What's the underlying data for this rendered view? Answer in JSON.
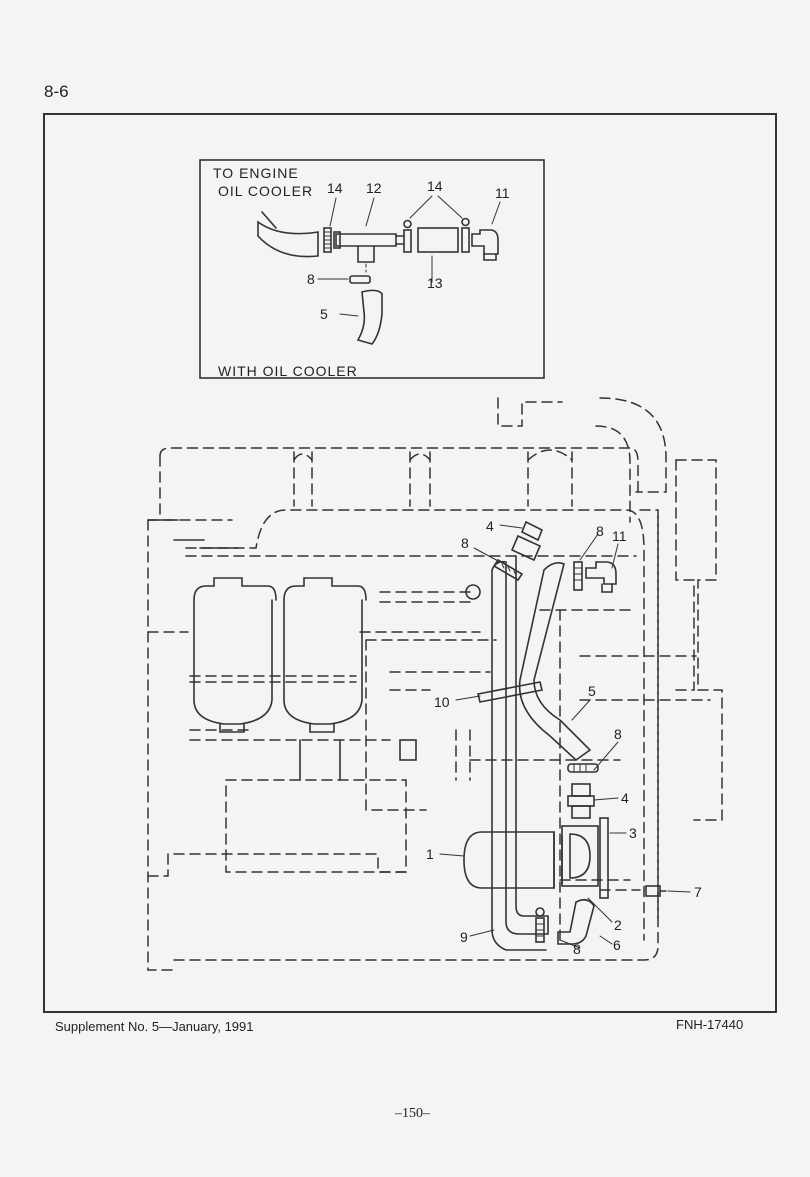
{
  "header": {
    "section": "8-6"
  },
  "inset": {
    "title_line1": "TO ENGINE",
    "title_line2": "OIL COOLER",
    "caption": "WITH OIL COOLER",
    "callouts": [
      "14",
      "12",
      "14",
      "11",
      "8",
      "13",
      "5"
    ]
  },
  "callouts": [
    "4",
    "8",
    "8",
    "11",
    "10",
    "5",
    "8",
    "4",
    "3",
    "1",
    "7",
    "2",
    "9",
    "8",
    "6"
  ],
  "footer": {
    "supplement": "Supplement No. 5—January, 1991",
    "figure_id": "FNH-17440",
    "page": "–150–"
  }
}
